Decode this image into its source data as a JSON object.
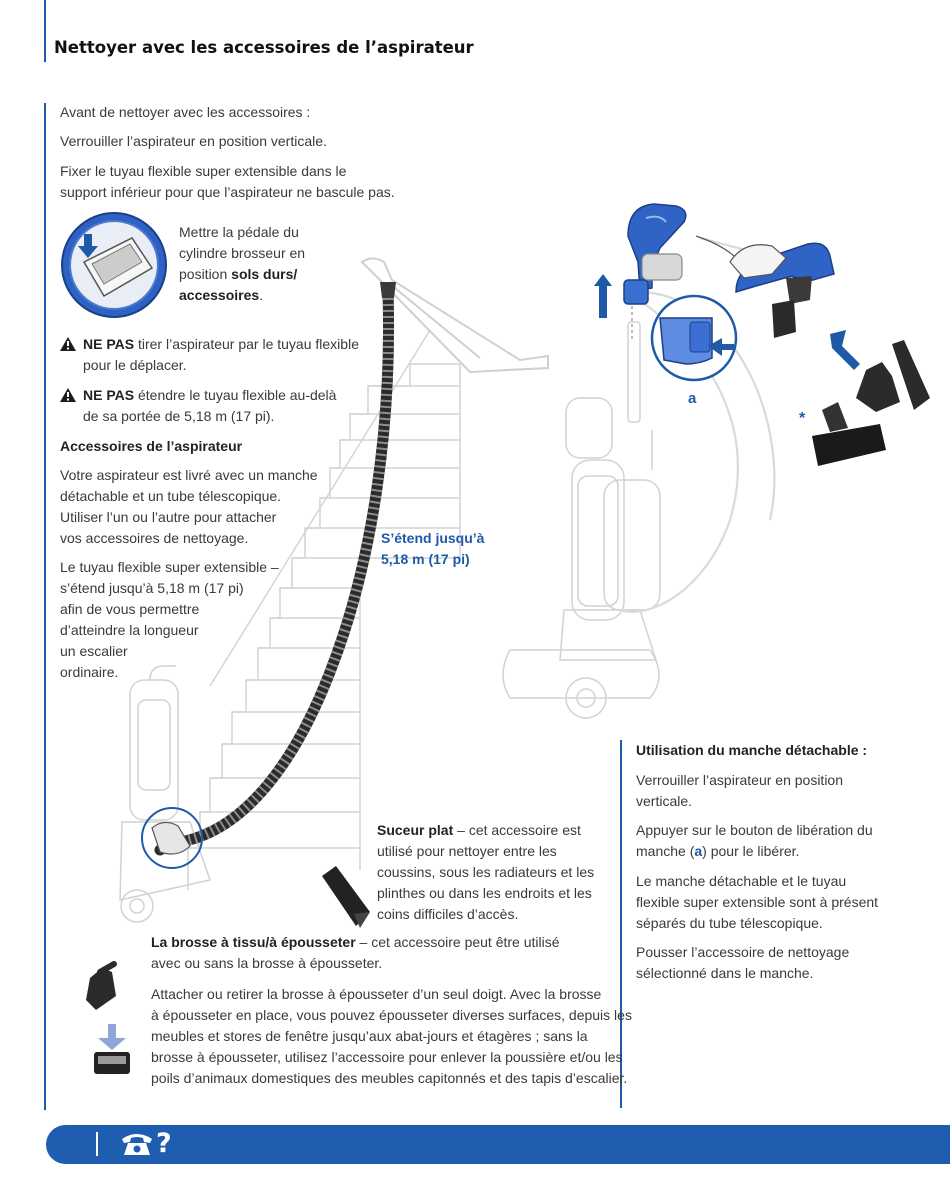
{
  "page_title": "Nettoyer avec les accessoires de l’aspirateur",
  "intro": {
    "line1": "Avant de nettoyer avec les accessoires :",
    "line2": "Verrouiller l’aspirateur en position verticale.",
    "line3a": "Fixer le tuyau flexible super extensible dans le",
    "line3b": "support inférieur pour que l’aspirateur ne bascule pas."
  },
  "pedal": {
    "l1": "Mettre la pédale du",
    "l2": "cylindre brosseur en",
    "l3_pre": "position ",
    "l3_bold": "sols durs/",
    "l4_bold": "accessoires",
    "l4_post": "."
  },
  "warnings": [
    {
      "bold": "NE PAS",
      "t1": " tirer l’aspirateur par le tuyau flexible",
      "t2": "pour le déplacer."
    },
    {
      "bold": "NE PAS",
      "t1": " étendre le tuyau flexible au-delà",
      "t2": "de sa portée de 5,18 m (17 pi)."
    }
  ],
  "accessories": {
    "heading": "Accessoires de l’aspirateur",
    "para1": [
      "Votre aspirateur est livré avec un manche",
      "détachable et un tube télescopique.",
      "Utiliser l’un ou l’autre pour attacher",
      "vos accessoires de nettoyage."
    ],
    "para2": [
      "Le tuyau flexible super extensible –",
      "s’étend jusqu’à 5,18 m (17 pi)",
      "afin de vous permettre",
      "d’atteindre la longueur",
      "un escalier",
      "ordinaire."
    ]
  },
  "hose_label": {
    "l1": "S’étend jusqu’à",
    "l2": "5,18 m (17 pi)"
  },
  "callouts": {
    "a": "a",
    "star": "*"
  },
  "detachable": {
    "heading": "Utilisation du manche détachable :",
    "p1": [
      "Verrouiller l’aspirateur en position",
      "verticale."
    ],
    "p2a": "Appuyer sur le bouton de libération du",
    "p2b_pre": "manche (",
    "p2b_a": "a",
    "p2b_post": ") pour le libérer.",
    "p3": [
      "Le manche détachable et le tuyau",
      "flexible super extensible sont à présent",
      "séparés du tube télescopique."
    ],
    "p4": [
      "Pousser l’accessoire de nettoyage",
      "sélectionné dans le manche."
    ]
  },
  "crevice": {
    "bold": "Suceur plat",
    "l1": " – cet accessoire est",
    "lines": [
      "utilisé pour nettoyer entre les",
      "coussins, sous les radiateurs et les",
      "plinthes ou dans les endroits et les",
      "coins difficiles d’accès."
    ]
  },
  "dusting": {
    "bold": "La brosse à tissu/à épousseter",
    "l1": " – cet accessoire peut être utilisé",
    "l2": "avec ou sans la brosse à épousseter.",
    "p2": [
      "Attacher ou retirer la brosse à épousseter d’un seul doigt. Avec la brosse",
      "à épousseter en place, vous pouvez épousseter diverses surfaces, depuis les",
      "meubles et stores de fenêtre jusqu’aux abat-jours et étagères ; sans la",
      "brosse à épousseter, utilisez l’accessoire pour enlever la poussière et/ou les",
      "poils d’animaux domestiques des meubles capitonnés et des tapis d’escalier."
    ]
  },
  "footer": {
    "symbol": "?",
    "phone_icon": "phone-icon"
  },
  "colors": {
    "brand_blue": "#1e5aa8",
    "footer_blue": "#1f5db0",
    "text": "#3a3a3a"
  }
}
